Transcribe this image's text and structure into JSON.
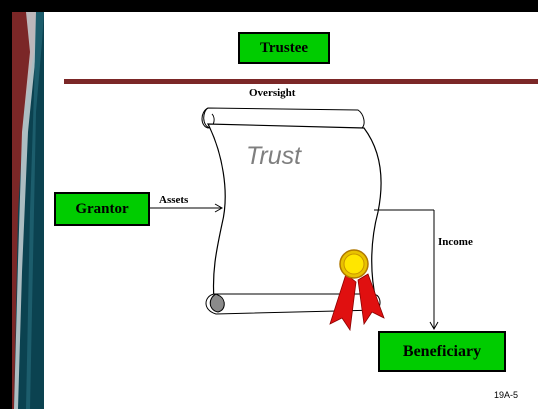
{
  "nodes": {
    "trustee": "Trustee",
    "grantor": "Grantor",
    "beneficiary": "Beneficiary",
    "trust": "Trust"
  },
  "edges": {
    "oversight": "Oversight",
    "assets": "Assets",
    "income": "Income"
  },
  "slide_number": "19A-5",
  "colors": {
    "box_fill": "#00cc00",
    "rule_line": "#7b2727",
    "sidebar_maroon": "#7b2727",
    "sidebar_teal": "#0b4250",
    "seal_ribbon": "#e01010",
    "seal_medal": "#ffd700",
    "trust_text": "#7f7f7f"
  },
  "icons": [
    "scroll-icon",
    "ribbon-seal-icon"
  ]
}
